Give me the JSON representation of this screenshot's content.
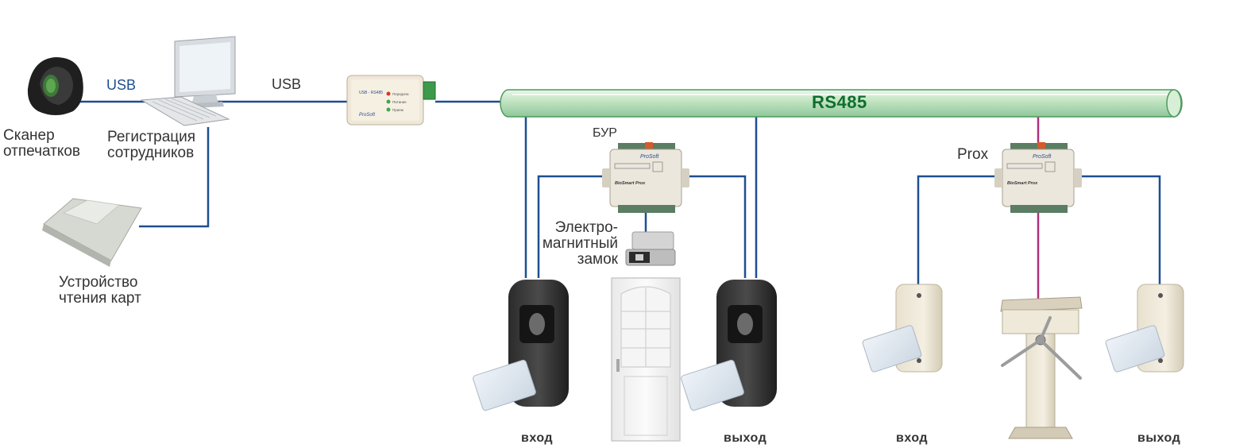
{
  "labels": {
    "usb_left": "USB",
    "usb_right": "USB",
    "bus": "RS485",
    "bur": "БУР",
    "prox": "Prox",
    "scanner": [
      "Сканер",
      "отпечатков"
    ],
    "registration": [
      "Регистрация",
      "сотрудников"
    ],
    "card_reader": [
      "Устройство",
      "чтения карт"
    ],
    "lock": [
      "Электро-",
      "магнитный",
      "замок"
    ],
    "entry_1": "вход",
    "exit_1": "выход",
    "entry_2": "вход",
    "exit_2": "выход"
  },
  "device_text": {
    "brand": "ProSoft",
    "controller_model": "BioSmart Prox",
    "converter_model": "USB - RS485",
    "converter_leds": [
      "Передача",
      "Питание",
      "Прием"
    ]
  },
  "colors": {
    "bus_green": "#bfe3bf",
    "wire_blue": "#1d4f91",
    "wire_magenta": "#b0307a",
    "text": "#333333"
  }
}
